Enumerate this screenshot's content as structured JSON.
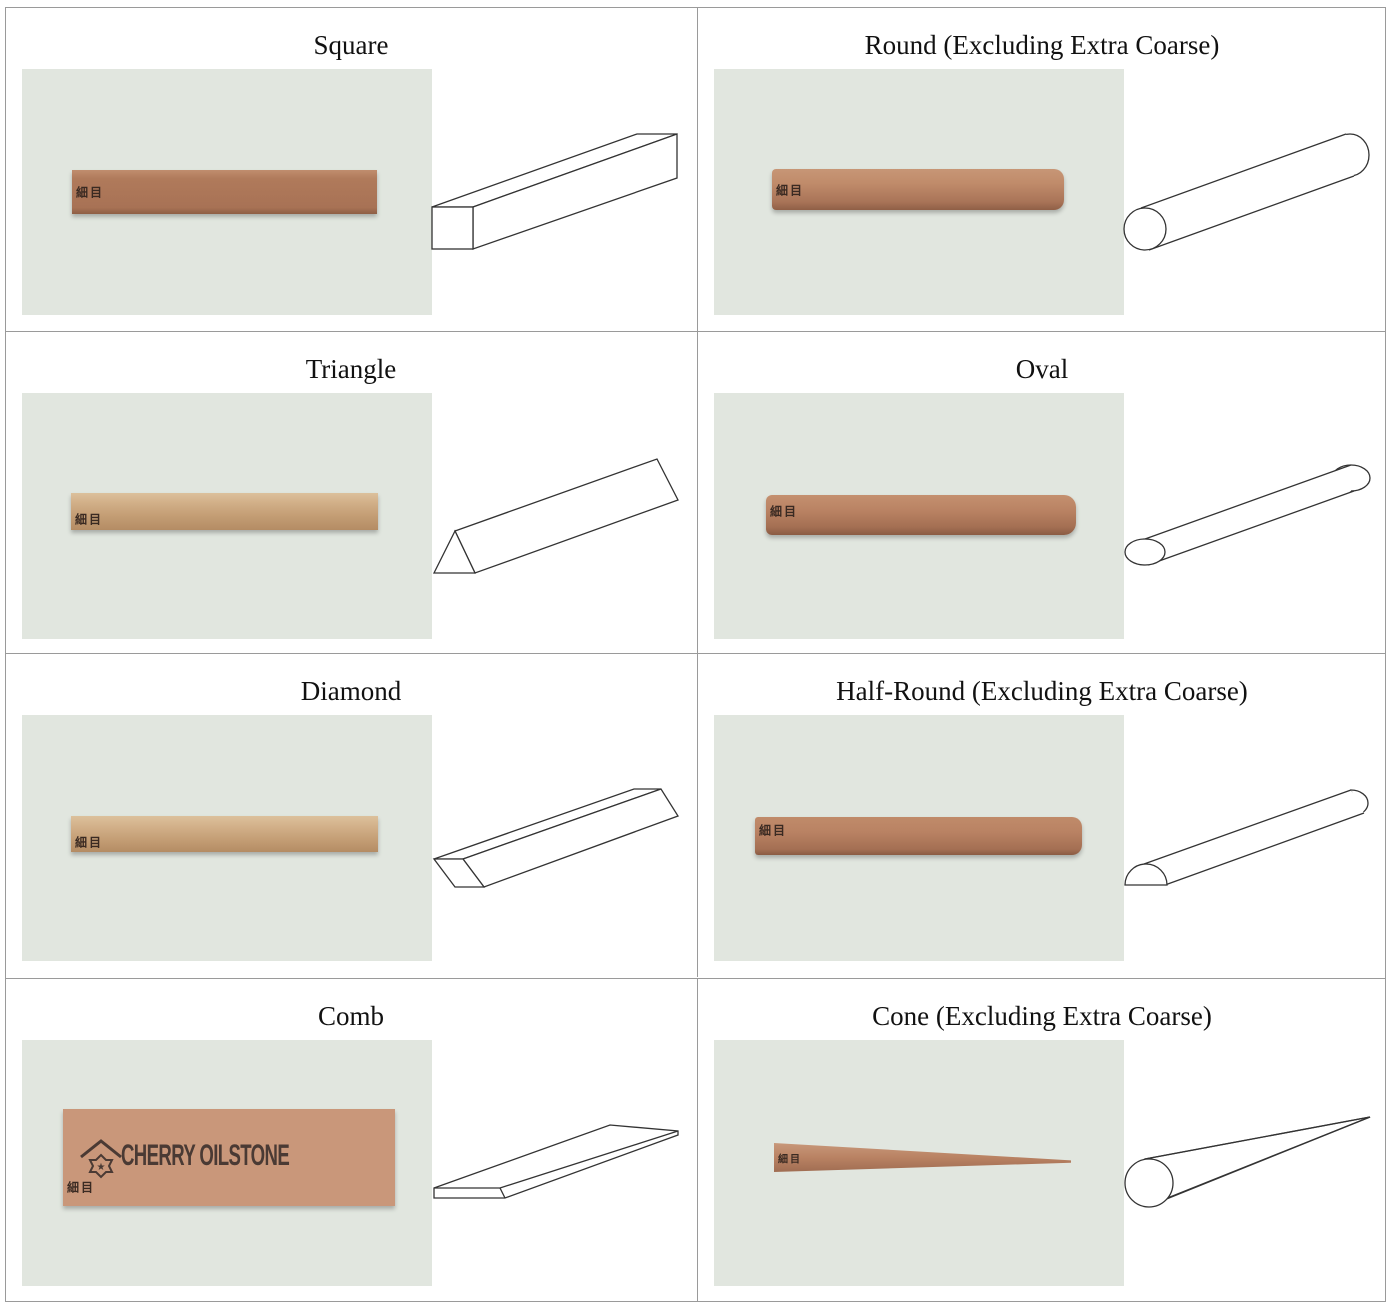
{
  "shapes": [
    {
      "title": "Square",
      "stone_mark": "細目"
    },
    {
      "title": "Round (Excluding Extra Coarse)",
      "stone_mark": "細目"
    },
    {
      "title": "Triangle",
      "stone_mark": "細目"
    },
    {
      "title": "Oval",
      "stone_mark": "細目"
    },
    {
      "title": "Diamond",
      "stone_mark": "細目"
    },
    {
      "title": "Half-Round (Excluding Extra Coarse)",
      "stone_mark": "細目"
    },
    {
      "title": "Comb",
      "stone_mark": "細目",
      "brand": "CHERRY OILSTONE"
    },
    {
      "title": "Cone (Excluding Extra Coarse)",
      "stone_mark": "細目"
    }
  ],
  "colors": {
    "photo_bg": "#e1e6df",
    "stone_dark": "#b27d5f",
    "stone_light": "#caa57c",
    "border": "#9a9a9a"
  }
}
